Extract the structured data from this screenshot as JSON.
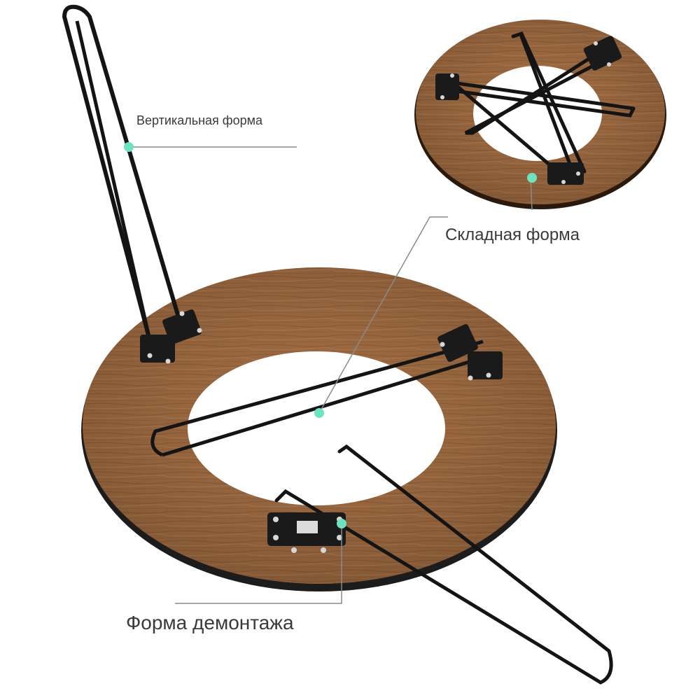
{
  "callouts": {
    "vertical": "Вертикальная форма",
    "folding": "Складная форма",
    "disassembly": "Форма демонтажа"
  },
  "colors": {
    "background": "#ffffff",
    "wood_light": "#a8744a",
    "wood_dark": "#7a4e2c",
    "metal": "#141414",
    "marker": "#6fe3c0",
    "leader_line": "#8a8a8a"
  }
}
